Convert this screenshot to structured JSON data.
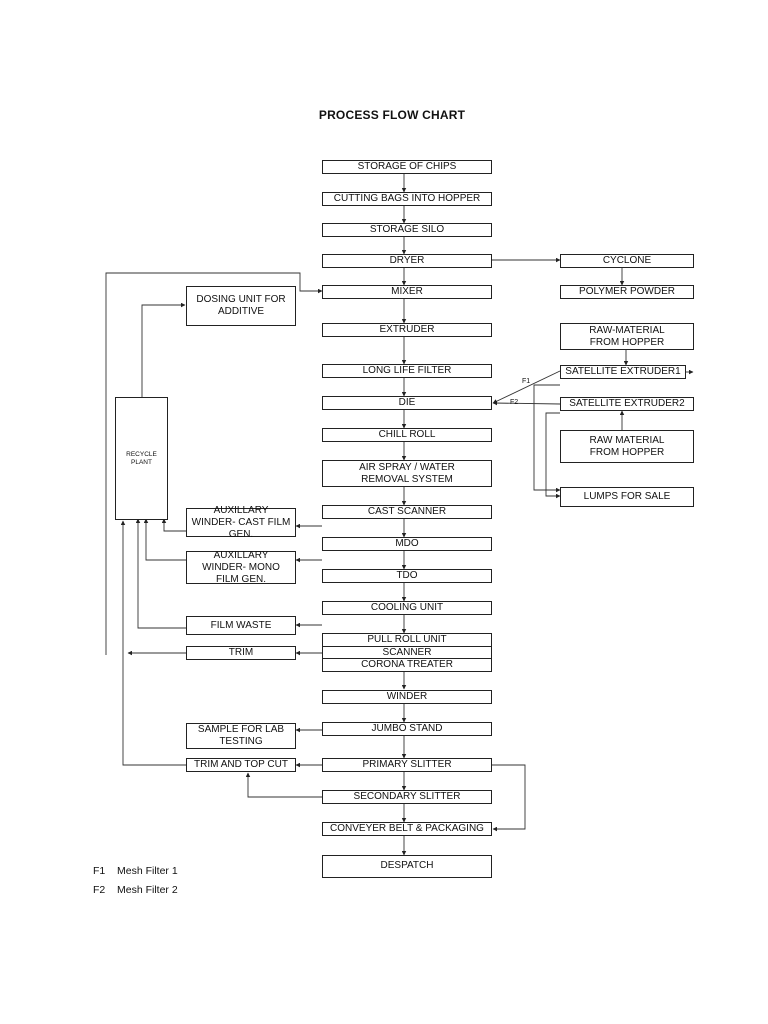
{
  "title": "PROCESS FLOW CHART",
  "main_flow": {
    "storage_of_chips": "STORAGE OF CHIPS",
    "cutting_bags": "CUTTING BAGS INTO HOPPER",
    "storage_silo": "STORAGE SILO",
    "dryer": "DRYER",
    "mixer": "MIXER",
    "extruder": "EXTRUDER",
    "long_life_filter": "LONG LIFE FILTER",
    "die": "DIE",
    "chill_roll": "CHILL ROLL",
    "air_spray": "AIR SPRAY / WATER REMOVAL SYSTEM",
    "cast_scanner": "CAST SCANNER",
    "mdo": "MDO",
    "tdo": "TDO",
    "cooling_unit": "COOLING UNIT",
    "pull_roll_unit": "PULL ROLL UNIT",
    "scanner": "SCANNER",
    "corona_treater": "CORONA TREATER",
    "winder": "WINDER",
    "jumbo_stand": "JUMBO STAND",
    "primary_slitter": "PRIMARY SLITTER",
    "secondary_slitter": "SECONDARY SLITTER",
    "conveyer_belt": "CONVEYER BELT & PACKAGING",
    "despatch": "DESPATCH"
  },
  "right_side": {
    "cyclone": "CYCLONE",
    "polymer_powder": "POLYMER POWDER",
    "raw_material_1": "RAW-MATERIAL FROM HOPPER",
    "satellite_extruder_1": "SATELLITE EXTRUDER1",
    "satellite_extruder_2": "SATELLITE EXTRUDER2",
    "raw_material_2": "RAW MATERIAL FROM HOPPER",
    "lumps_for_sale": "LUMPS FOR SALE",
    "f1_label": "F1",
    "f2_label": "F2"
  },
  "left_side": {
    "dosing_unit": "DOSING UNIT FOR ADDITIVE",
    "recycle_plant": "RECYCLE PLANT",
    "aux_winder_cast": "AUXILLARY WINDER- CAST FILM GEN.",
    "aux_winder_mono": "AUXILLARY WINDER- MONO FILM GEN.",
    "film_waste": "FILM WASTE",
    "trim": "TRIM",
    "sample_lab": "SAMPLE FOR LAB TESTING",
    "trim_top_cut": "TRIM AND TOP CUT"
  },
  "legend": [
    {
      "code": "F1",
      "meaning": "Mesh Filter 1"
    },
    {
      "code": "F2",
      "meaning": "Mesh Filter 2"
    }
  ]
}
